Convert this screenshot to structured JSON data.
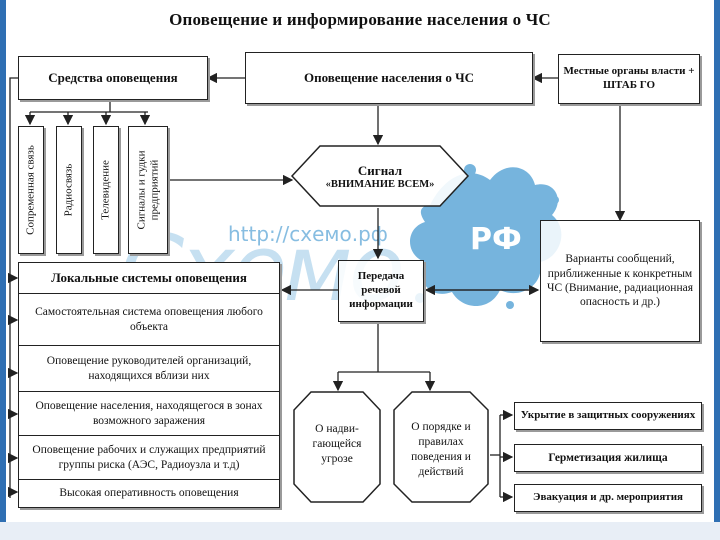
{
  "title": "Оповещение и информирование населения о ЧС",
  "boxes": {
    "means": "Средства оповещения",
    "notify": "Оповещение населения о ЧС",
    "local_auth": "Местные органы власти + ШТАБ ГО",
    "signal_line1": "Сигнал",
    "signal_line2": "«ВНИМАНИЕ ВСЕМ»",
    "speech": "Передача речевой информации",
    "variants": "Варианты сообщений, приближенные к конкретным ЧС (Внимание, радиационная опасность и др.)"
  },
  "means_items": [
    "Сопременная связь",
    "Радиосвязь",
    "Телевидение",
    "Сигналы и гудки предприятий"
  ],
  "local_systems": {
    "header": "Локальные системы оповещения",
    "rows": [
      "Самостоятельная система оповещения любого объекта",
      "Оповещение руководителей организаций, находящихся вблизи них",
      "Оповещение населения, находящегося в зонах возможного заражения",
      "Оповещение рабочих и служащих предприятий группы риска (АЭС, Радиоузла и т.д)",
      "Высокая оперативность оповещения"
    ]
  },
  "octagons": {
    "threat": "О надви- гающейся угрозе",
    "rules": "О порядке и правилах поведения и действий"
  },
  "actions": [
    "Укрытие в защитных сооружениях",
    "Герметизация жилища",
    "Эвакуация и др. мероприятия"
  ],
  "watermark": {
    "url": "http://схемо.рф",
    "brand": "Схемо",
    "rf": "РФ"
  }
}
